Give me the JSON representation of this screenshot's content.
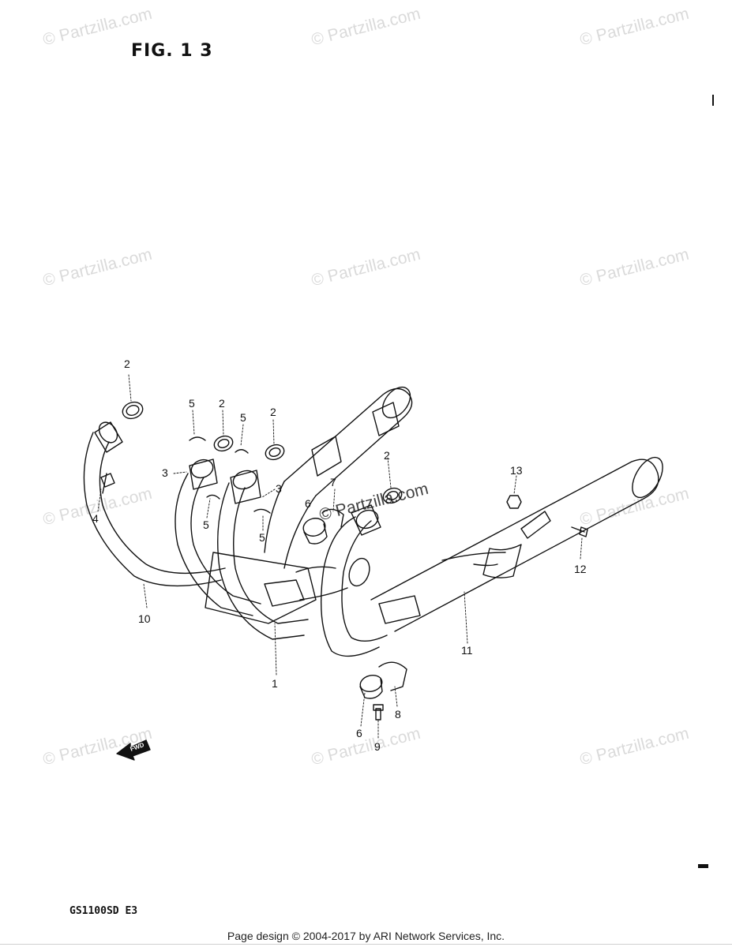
{
  "figure": {
    "title": "FIG. 1 3"
  },
  "model_code": "GS1100SD  E3",
  "footer": {
    "copyright": "Page design © 2004-2017 by ARI Network Services, Inc."
  },
  "watermark": {
    "text": "© Partzilla.com"
  },
  "fwd_label": "FWD",
  "callouts": {
    "c1": "1",
    "c2a": "2",
    "c2b": "2",
    "c2c": "2",
    "c2d": "2",
    "c3a": "3",
    "c3b": "3",
    "c4": "4",
    "c5a": "5",
    "c5b": "5",
    "c5c": "5",
    "c5d": "5",
    "c6a": "6",
    "c6b": "6",
    "c7": "7",
    "c8": "8",
    "c9": "9",
    "c10": "10",
    "c11": "11",
    "c12": "12",
    "c13": "13"
  }
}
